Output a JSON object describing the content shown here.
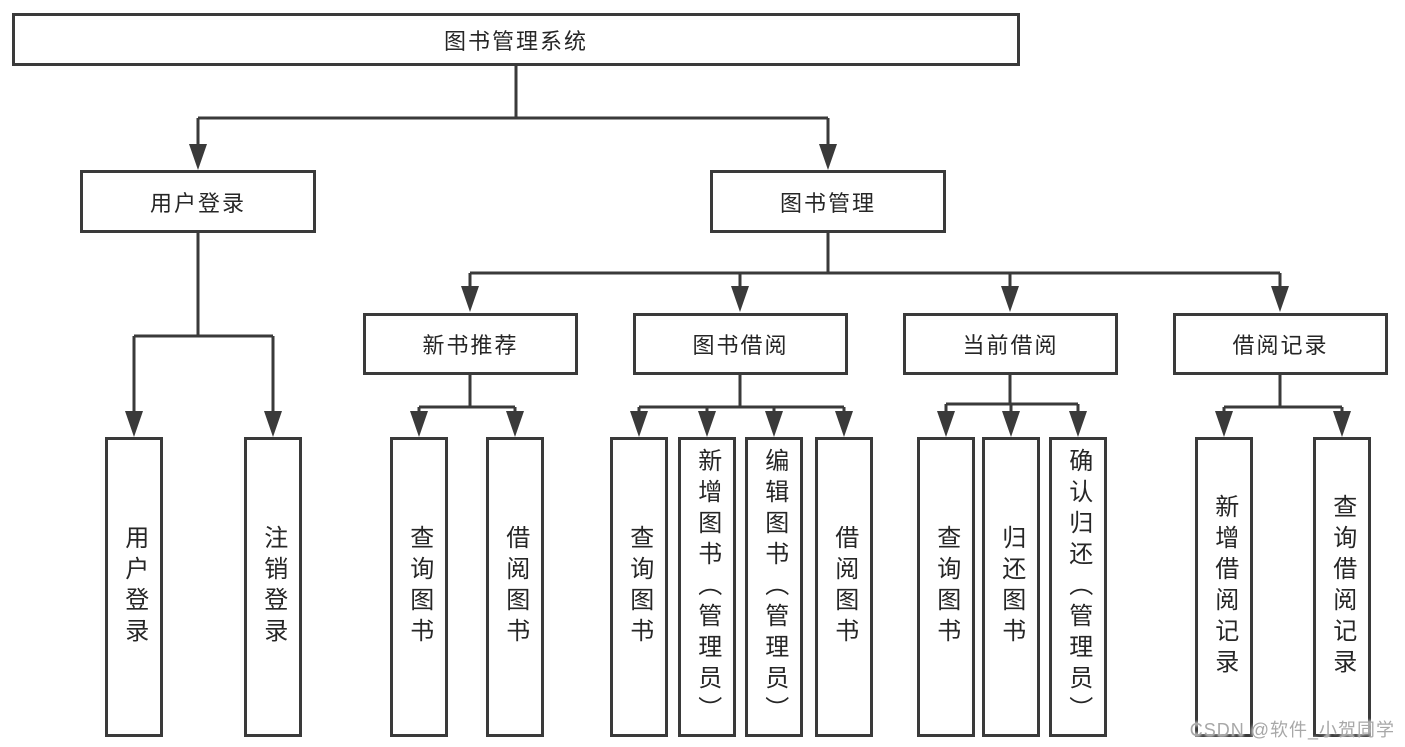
{
  "diagram": {
    "root": {
      "label": "图书管理系统"
    },
    "level2": [
      {
        "label": "用户登录"
      },
      {
        "label": "图书管理"
      }
    ],
    "level3": [
      {
        "label": "新书推荐",
        "parent": "图书管理"
      },
      {
        "label": "图书借阅",
        "parent": "图书管理"
      },
      {
        "label": "当前借阅",
        "parent": "图书管理"
      },
      {
        "label": "借阅记录",
        "parent": "图书管理"
      }
    ],
    "leaves": [
      {
        "label": "用户登录",
        "parent": "用户登录"
      },
      {
        "label": "注销登录",
        "parent": "用户登录"
      },
      {
        "label": "查询图书",
        "parent": "新书推荐"
      },
      {
        "label": "借阅图书",
        "parent": "新书推荐"
      },
      {
        "label": "查询图书",
        "parent": "图书借阅"
      },
      {
        "label": "新增图书（管理员）",
        "parent": "图书借阅"
      },
      {
        "label": "编辑图书（管理员）",
        "parent": "图书借阅"
      },
      {
        "label": "借阅图书",
        "parent": "图书借阅"
      },
      {
        "label": "查询图书",
        "parent": "当前借阅"
      },
      {
        "label": "归还图书",
        "parent": "当前借阅"
      },
      {
        "label": "确认归还（管理员）",
        "parent": "当前借阅"
      },
      {
        "label": "新增借阅记录",
        "parent": "借阅记录"
      },
      {
        "label": "查询借阅记录",
        "parent": "借阅记录"
      }
    ]
  },
  "watermark": "CSDN @软件_小贺同学",
  "colors": {
    "line": "#3a3a3a",
    "text": "#262626",
    "watermark": "#a8a8a8",
    "background": "#ffffff"
  }
}
